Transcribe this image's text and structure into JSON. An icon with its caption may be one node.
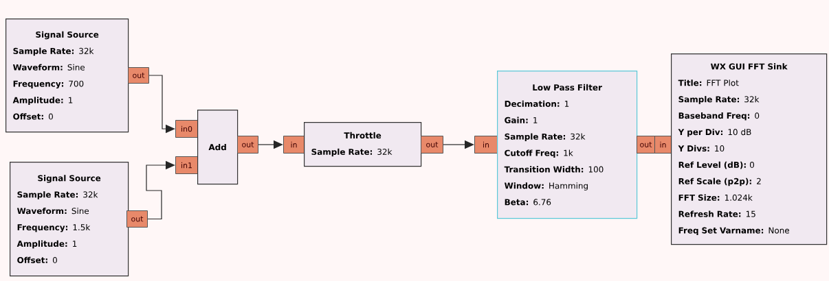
{
  "diagram": {
    "nodes": [
      {
        "text": [
          "Signal Source",
          "**Sample Rate:** 32k",
          "**Waveform:** Sine",
          "**Frequency:** 700",
          "**Amplitude:** 1",
          "**Offset:** 0"
        ]
      },
      {
        "text": [
          "out"
        ]
      },
      {
        "text": [
          "Signal Source",
          "**Sample Rate:** 32k",
          "**Waveform:** Sine",
          "**Frequency:** 1.5k",
          "**Amplitude:** 1",
          "**Offset:** 0"
        ]
      },
      {
        "text": [
          "out"
        ]
      },
      {
        "text": [
          "in0"
        ]
      },
      {
        "text": [
          "in1"
        ]
      },
      {
        "text": [
          "Add"
        ]
      },
      {
        "text": [
          "out"
        ]
      },
      {
        "text": [
          "in"
        ]
      },
      {
        "text": [
          "Throttle",
          "**Sample Rate:** 32k"
        ]
      },
      {
        "text": [
          "out"
        ]
      },
      {
        "text": [
          "in"
        ]
      },
      {
        "text": [
          "Low Pass Filter",
          "**Decimation:** 1",
          "**Gain:** 1",
          "**Sample Rate:** 32k",
          "**Cutoff Freq:** 1k",
          "**Transition Width:** 100",
          "**Window:** Hamming",
          "**Beta:** 6.76"
        ]
      },
      {
        "text": [
          "out"
        ]
      },
      {
        "text": [
          "in"
        ]
      },
      {
        "text": [
          "WX GUI FFT Sink",
          "**Title:** FFT Plot",
          "**Sample Rate:** 32k",
          "**Baseband Freq:** 0",
          "**Y per Div:** 10 dB",
          "**Y Divs:** 10",
          "**Ref Level (dB):** 0",
          "**Ref Scale (p2p):** 2",
          "**FFT Size:** 1.024k",
          "**Refresh Rate:** 15",
          "**Freq Set Varname:** None"
        ]
      }
    ],
    "edges": [
      {
        "from": 1,
        "to": 4,
        "arrow": "to"
      },
      {
        "from": 3,
        "to": 5,
        "arrow": "to"
      },
      {
        "from": 7,
        "to": 8,
        "arrow": "to"
      },
      {
        "from": 10,
        "to": 11,
        "arrow": "to"
      }
    ]
  }
}
